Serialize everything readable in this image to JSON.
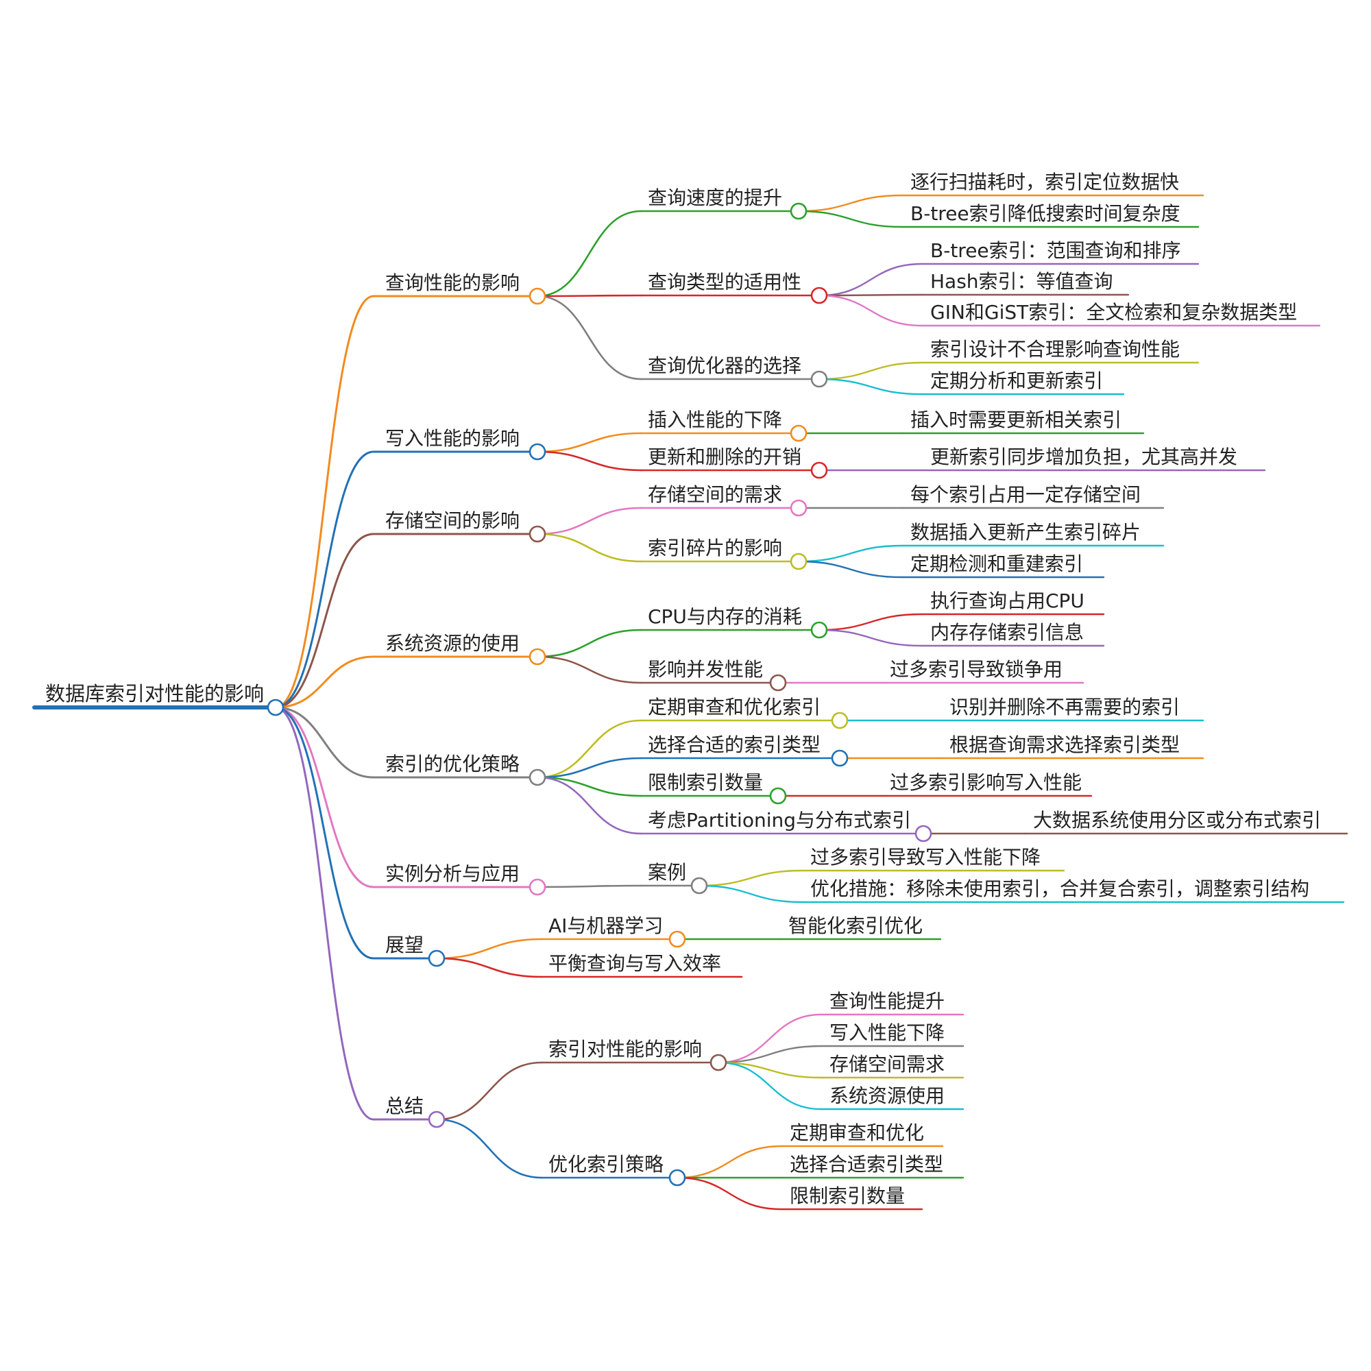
{
  "root": "数据库索引对性能的影响",
  "colors": {
    "orange": "#f28b1e",
    "blue": "#2171b5",
    "green": "#2ca02c",
    "red": "#d62728",
    "purple": "#9467bd",
    "brown": "#8c564b",
    "pink": "#e377c2",
    "gray": "#7f7f7f",
    "olive": "#bcbd22",
    "cyan": "#17becf"
  },
  "branches": [
    {
      "label": "查询性能的影响",
      "color": "orange",
      "children": [
        {
          "label": "查询速度的提升",
          "color": "green",
          "children": [
            {
              "label": "逐行扫描耗时，索引定位数据快",
              "color": "orange"
            },
            {
              "label": "B-tree索引降低搜索时间复杂度",
              "color": "green"
            }
          ]
        },
        {
          "label": "查询类型的适用性",
          "color": "red",
          "children": [
            {
              "label": "B-tree索引：范围查询和排序",
              "color": "purple"
            },
            {
              "label": "Hash索引：等值查询",
              "color": "brown"
            },
            {
              "label": "GIN和GiST索引：全文检索和复杂数据类型",
              "color": "pink"
            }
          ]
        },
        {
          "label": "查询优化器的选择",
          "color": "gray",
          "children": [
            {
              "label": "索引设计不合理影响查询性能",
              "color": "olive"
            },
            {
              "label": "定期分析和更新索引",
              "color": "cyan"
            }
          ]
        }
      ]
    },
    {
      "label": "写入性能的影响",
      "color": "blue",
      "children": [
        {
          "label": "插入性能的下降",
          "color": "orange",
          "children": [
            {
              "label": "插入时需要更新相关索引",
              "color": "green"
            }
          ]
        },
        {
          "label": "更新和删除的开销",
          "color": "red",
          "children": [
            {
              "label": "更新索引同步增加负担，尤其高并发",
              "color": "purple"
            }
          ]
        }
      ]
    },
    {
      "label": "存储空间的影响",
      "color": "brown",
      "children": [
        {
          "label": "存储空间的需求",
          "color": "pink",
          "children": [
            {
              "label": "每个索引占用一定存储空间",
              "color": "gray"
            }
          ]
        },
        {
          "label": "索引碎片的影响",
          "color": "olive",
          "children": [
            {
              "label": "数据插入更新产生索引碎片",
              "color": "cyan"
            },
            {
              "label": "定期检测和重建索引",
              "color": "blue"
            }
          ]
        }
      ]
    },
    {
      "label": "系统资源的使用",
      "color": "orange",
      "children": [
        {
          "label": "CPU与内存的消耗",
          "color": "green",
          "children": [
            {
              "label": "执行查询占用CPU",
              "color": "red"
            },
            {
              "label": "内存存储索引信息",
              "color": "purple"
            }
          ]
        },
        {
          "label": "影响并发性能",
          "color": "brown",
          "children": [
            {
              "label": "过多索引导致锁争用",
              "color": "pink"
            }
          ]
        }
      ]
    },
    {
      "label": "索引的优化策略",
      "color": "gray",
      "children": [
        {
          "label": "定期审查和优化索引",
          "color": "olive",
          "children": [
            {
              "label": "识别并删除不再需要的索引",
              "color": "cyan"
            }
          ]
        },
        {
          "label": "选择合适的索引类型",
          "color": "blue",
          "children": [
            {
              "label": "根据查询需求选择索引类型",
              "color": "orange"
            }
          ]
        },
        {
          "label": "限制索引数量",
          "color": "green",
          "children": [
            {
              "label": "过多索引影响写入性能",
              "color": "red"
            }
          ]
        },
        {
          "label": "考虑Partitioning与分布式索引",
          "color": "purple",
          "children": [
            {
              "label": "大数据系统使用分区或分布式索引",
              "color": "brown"
            }
          ]
        }
      ]
    },
    {
      "label": "实例分析与应用",
      "color": "pink",
      "children": [
        {
          "label": "案例",
          "color": "gray",
          "children": [
            {
              "label": "过多索引导致写入性能下降",
              "color": "olive"
            },
            {
              "label": "优化措施：移除未使用索引，合并复合索引，调整索引结构",
              "color": "cyan"
            }
          ]
        }
      ]
    },
    {
      "label": "展望",
      "color": "blue",
      "children": [
        {
          "label": "AI与机器学习",
          "color": "orange",
          "children": [
            {
              "label": "智能化索引优化",
              "color": "green"
            }
          ]
        },
        {
          "label": "平衡查询与写入效率",
          "color": "red",
          "children": []
        }
      ]
    },
    {
      "label": "总结",
      "color": "purple",
      "children": [
        {
          "label": "索引对性能的影响",
          "color": "brown",
          "children": [
            {
              "label": "查询性能提升",
              "color": "pink"
            },
            {
              "label": "写入性能下降",
              "color": "gray"
            },
            {
              "label": "存储空间需求",
              "color": "olive"
            },
            {
              "label": "系统资源使用",
              "color": "cyan"
            }
          ]
        },
        {
          "label": "优化索引策略",
          "color": "blue",
          "children": [
            {
              "label": "定期审查和优化",
              "color": "orange"
            },
            {
              "label": "选择合适索引类型",
              "color": "green"
            },
            {
              "label": "限制索引数量",
              "color": "red"
            }
          ]
        }
      ]
    }
  ]
}
